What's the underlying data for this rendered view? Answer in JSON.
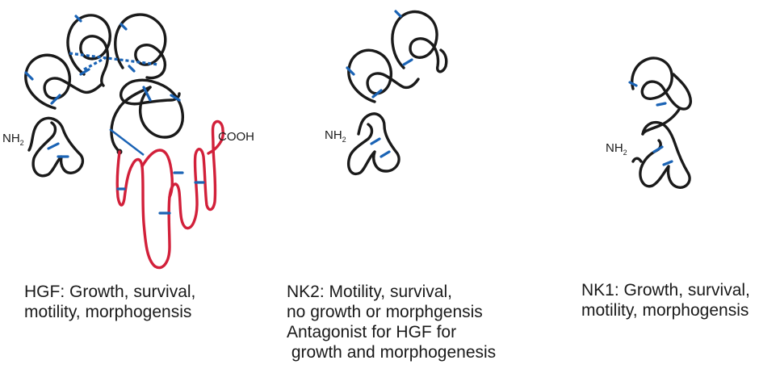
{
  "panels": [
    {
      "id": "hgf",
      "n_terminus": "NH",
      "n_terminus_sub": "2",
      "c_terminus": "COOH",
      "caption_lines": [
        "HGF: Growth, survival,",
        "motility, morphogensis"
      ]
    },
    {
      "id": "nk2",
      "n_terminus": "NH",
      "n_terminus_sub": "2",
      "caption_lines": [
        "NK2: Motility, survival,",
        "no growth or morphgensis",
        "Antagonist for HGF for",
        " growth and morphogenesis"
      ]
    },
    {
      "id": "nk1",
      "n_terminus": "NH",
      "n_terminus_sub": "2",
      "caption_lines": [
        "NK1: Growth, survival,",
        "motility, morphogensis"
      ]
    }
  ],
  "colors": {
    "alpha_chain_outline": "#1a1a1a",
    "beta_chain": "#d2203a",
    "disulfide_bonds": "#1a63b5"
  }
}
